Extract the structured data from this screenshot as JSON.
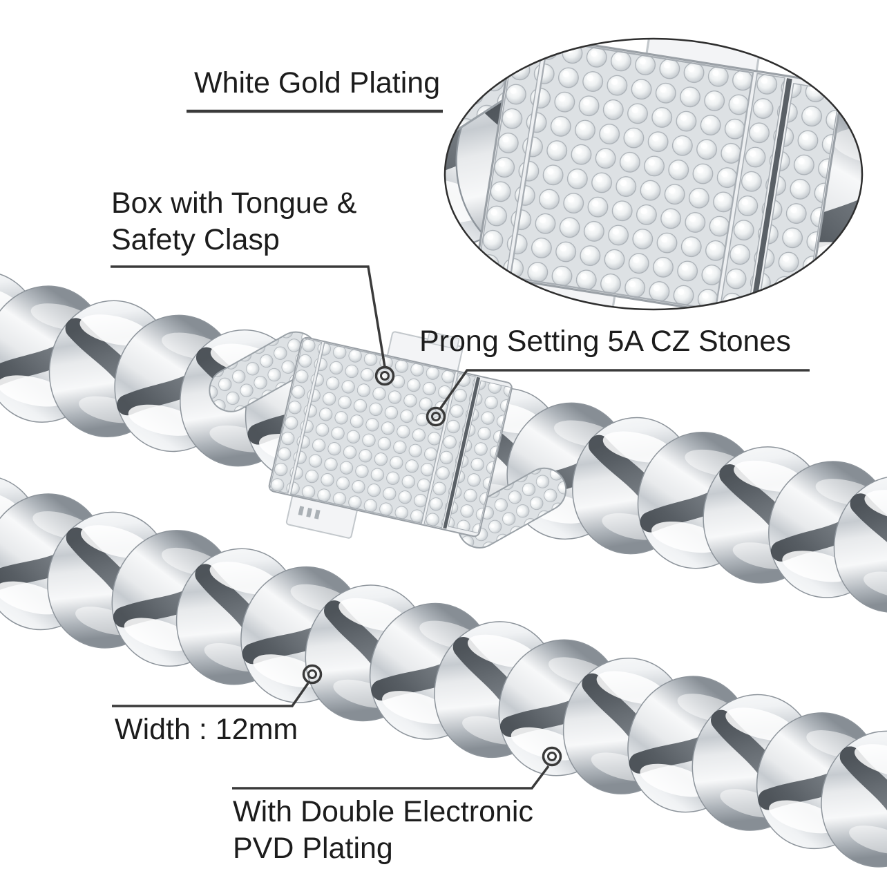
{
  "image": {
    "kind": "product-annotation-photo",
    "background": "#ffffff",
    "photo_alt": "Silver miami cuban link chain shown in two diagonal strands with an iced-out box clasp",
    "inset_alt": "Magnified oval view of the CZ pave box clasp and adjacent chain links"
  },
  "annotations": [
    {
      "id": "white-gold-plating",
      "lines": [
        "White Gold Plating"
      ]
    },
    {
      "id": "box-clasp",
      "lines": [
        "Box with Tongue &",
        "Safety Clasp"
      ]
    },
    {
      "id": "prong-setting",
      "lines": [
        "Prong Setting 5A CZ Stones"
      ]
    },
    {
      "id": "width",
      "lines": [
        "Width : 12mm"
      ]
    },
    {
      "id": "pvd-plating",
      "lines": [
        "With Double Electronic",
        "PVD Plating"
      ]
    }
  ],
  "colors": {
    "text": "#1c1c1c",
    "leader_line": "#3a3a3a",
    "underline": "#3f3f3f",
    "inset_border": "#2e2e2e",
    "metal_highlight": "#ffffff",
    "metal_mid": "#cfd4d8",
    "metal_shadow": "#9ba1a8",
    "metal_dark_gap": "#41474d",
    "stone_field": "#dde1e4",
    "clasp_body": "#eef0f2"
  }
}
